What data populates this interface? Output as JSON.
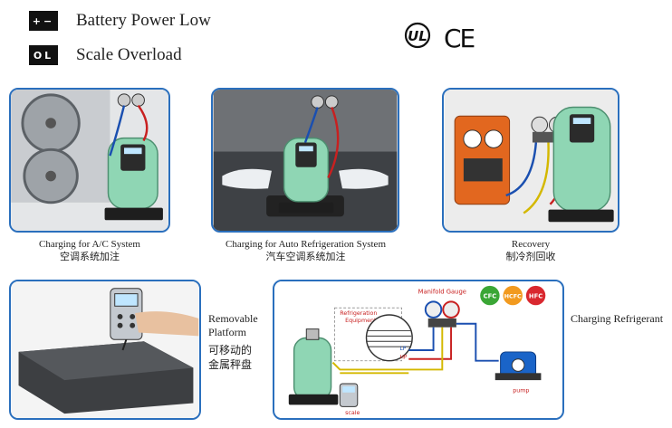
{
  "legend": {
    "battery": {
      "symbol": "+−",
      "label": "Battery Power Low"
    },
    "overload": {
      "symbol": "OL",
      "label": "Scale Overload"
    }
  },
  "certifications": {
    "ul": "UL",
    "ce": "CE"
  },
  "panels": [
    {
      "caption_en": "Charging for A/C System",
      "caption_zh": "空调系统加注"
    },
    {
      "caption_en": "Charging for Auto Refrigeration System",
      "caption_zh": "汽车空调系统加注"
    },
    {
      "caption_en": "Recovery",
      "caption_zh": "制冷剂回收"
    },
    {
      "caption_en_1": "Removable",
      "caption_en_2": "Platform",
      "caption_zh_1": "可移动的",
      "caption_zh_2": "金属秤盘"
    },
    {
      "caption_en": "Charging Refrigerant"
    }
  ],
  "diagram": {
    "manifold_gauge": "Manifold Gauge",
    "badges": [
      "CFC",
      "HCFC",
      "HFC"
    ],
    "equipment_1": "Refrigeration",
    "equipment_2": "Equipment",
    "lp": "LP",
    "hp": "HP",
    "pump": "pump",
    "scale": "scale"
  },
  "colors": {
    "frame": "#2a6fbd",
    "cfc": "#3aa635",
    "hcfc": "#f29a1f",
    "hfc": "#d9282f"
  }
}
